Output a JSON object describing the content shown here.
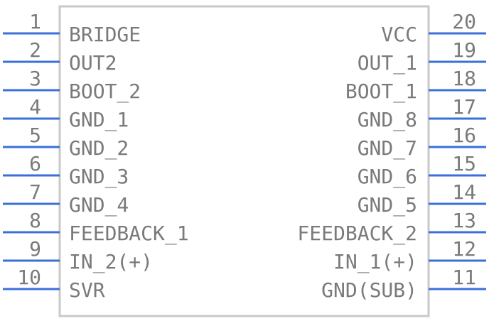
{
  "component": {
    "left_pins": [
      {
        "number": "1",
        "label": "BRIDGE"
      },
      {
        "number": "2",
        "label": "OUT2"
      },
      {
        "number": "3",
        "label": "BOOT_2"
      },
      {
        "number": "4",
        "label": "GND_1"
      },
      {
        "number": "5",
        "label": "GND_2"
      },
      {
        "number": "6",
        "label": "GND_3"
      },
      {
        "number": "7",
        "label": "GND_4"
      },
      {
        "number": "8",
        "label": "FEEDBACK_1"
      },
      {
        "number": "9",
        "label": "IN_2(+)"
      },
      {
        "number": "10",
        "label": "SVR"
      }
    ],
    "right_pins": [
      {
        "number": "20",
        "label": "VCC"
      },
      {
        "number": "19",
        "label": "OUT_1"
      },
      {
        "number": "18",
        "label": "BOOT_1"
      },
      {
        "number": "17",
        "label": "GND_8"
      },
      {
        "number": "16",
        "label": "GND_7"
      },
      {
        "number": "15",
        "label": "GND_6"
      },
      {
        "number": "14",
        "label": "GND_5"
      },
      {
        "number": "13",
        "label": "FEEDBACK_2"
      },
      {
        "number": "12",
        "label": "IN_1(+)"
      },
      {
        "number": "11",
        "label": "GND(SUB)"
      }
    ]
  },
  "colors": {
    "pin_line": "#3b6fd8",
    "body_outline": "#c8c8c8",
    "text": "#7a7a7a"
  }
}
